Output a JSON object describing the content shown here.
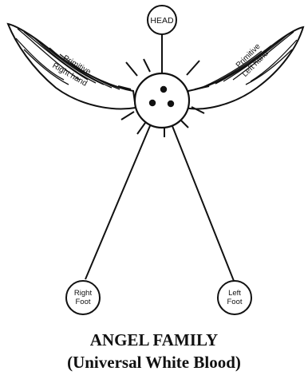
{
  "diagram": {
    "head_label": "HEAD",
    "right_hand_label": [
      "Primitive",
      "Right hand"
    ],
    "left_hand_label": [
      "Primitive",
      "Left hand"
    ],
    "right_foot_label": [
      "Right",
      "Foot"
    ],
    "left_foot_label": [
      "Left",
      "Foot"
    ],
    "center_dot_count": 3
  },
  "caption": {
    "line1": "ANGEL FAMILY",
    "line2": "(Universal White Blood)"
  },
  "colors": {
    "stroke": "#111111",
    "background": "#ffffff"
  }
}
